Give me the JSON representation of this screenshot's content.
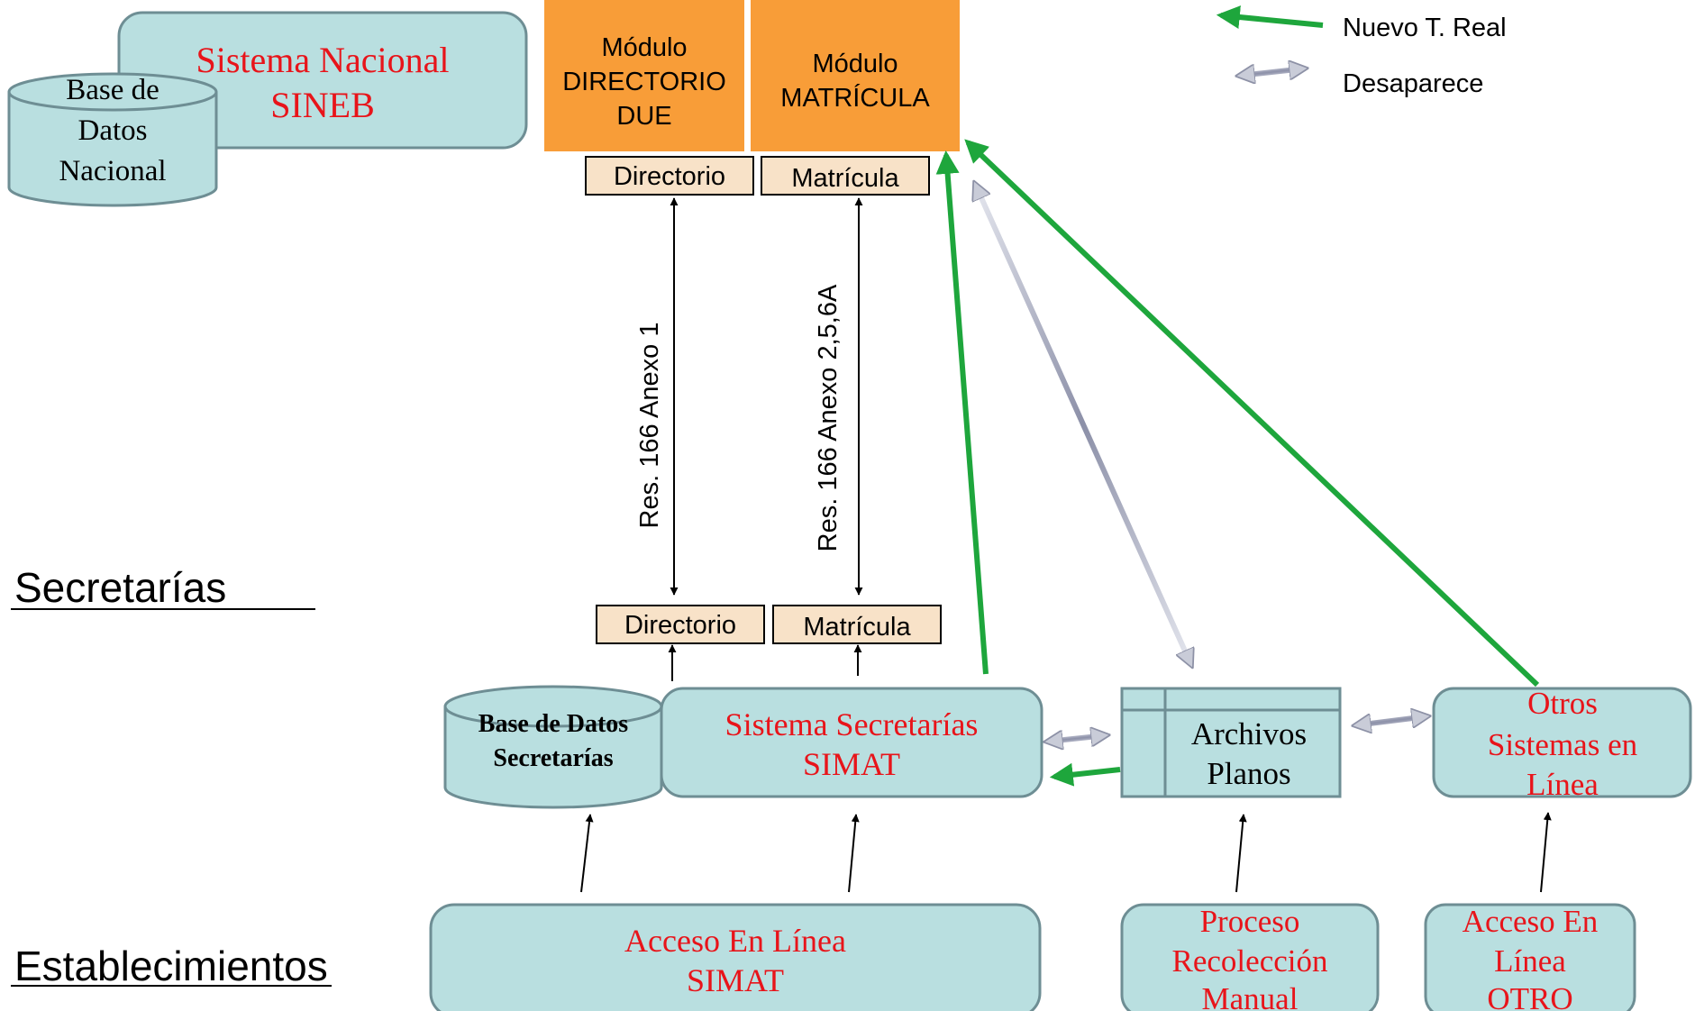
{
  "colors": {
    "box_fill": "#b9dfe0",
    "box_stroke": "#6e8e94",
    "module_fill": "#f89d38",
    "label_fill": "#f8e2c8",
    "red_text": "#e8141a",
    "new_arrow": "#1ea63c",
    "gone_arrow": "#a9adbf"
  },
  "legend": {
    "new_label": "Nuevo T. Real",
    "gone_label": "Desaparece"
  },
  "levels": {
    "secretarias": "Secretarías",
    "establecimientos": "Establecimientos"
  },
  "national": {
    "system_line1": "Sistema Nacional",
    "system_line2": "SINEB",
    "db_line1": "Base de",
    "db_line2": "Datos",
    "db_line3": "Nacional",
    "module_directorio": [
      "Módulo",
      "DIRECTORIO",
      "DUE"
    ],
    "module_matricula": [
      "Módulo",
      "MATRÍCULA"
    ],
    "label_directorio": "Directorio",
    "label_matricula": "Matrícula"
  },
  "links": {
    "directorio_resolution": "Res. 166 Anexo 1",
    "matricula_resolution": "Res. 166 Anexo 2,5,6A"
  },
  "secretarias": {
    "label_directorio": "Directorio",
    "label_matricula": "Matrícula",
    "db_line1": "Base de Datos",
    "db_line2": "Secretarías",
    "system_line1": "Sistema Secretarías",
    "system_line2": "SIMAT",
    "files_line1": "Archivos",
    "files_line2": "Planos",
    "other_line1": "Otros",
    "other_line2": "Sistemas en",
    "other_line3": "Línea"
  },
  "establecimientos": {
    "simat_line1": "Acceso En Línea",
    "simat_line2": "SIMAT",
    "manual_line1": "Proceso",
    "manual_line2": "Recolección",
    "manual_line3": "Manual",
    "otro_line1": "Acceso En",
    "otro_line2": "Línea",
    "otro_line3": "OTRO"
  }
}
